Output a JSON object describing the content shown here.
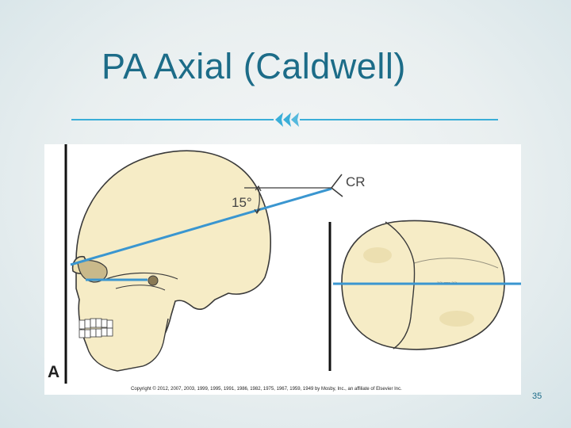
{
  "slide": {
    "title": "PA Axial (Caldwell)",
    "page_number": "35"
  },
  "figure": {
    "panel_label": "A",
    "cr_label": "CR",
    "angle_label": "15°",
    "copyright": "Copyright © 2012, 2007, 2003, 1999, 1995, 1991, 1986, 1982, 1975, 1967, 1959, 1949 by Mosby, Inc., an affiliate of Elsevier Inc."
  },
  "colors": {
    "title": "#1c6c88",
    "divider": "#3aaed8",
    "central_ray": "#3a96d0",
    "bone": "#f6ecc6",
    "bone_outline": "#3a3a3a"
  }
}
